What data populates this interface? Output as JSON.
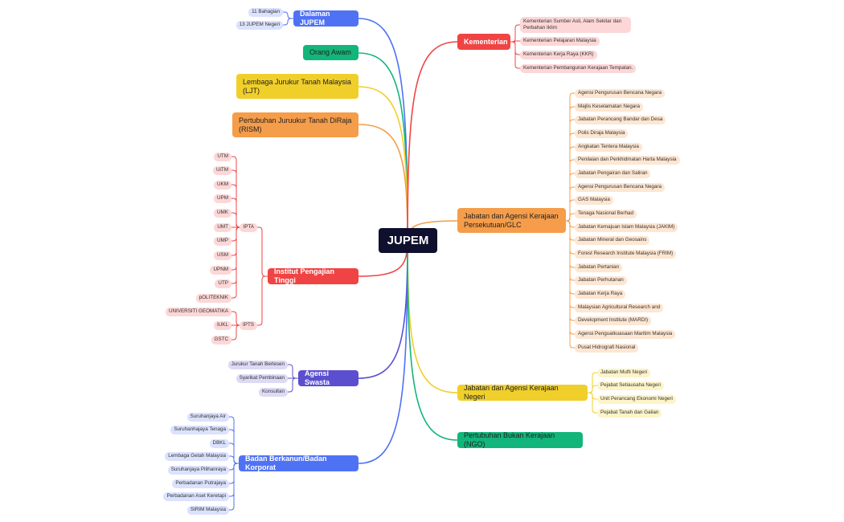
{
  "center": {
    "label": "JUPEM"
  },
  "colors": {
    "red": "#f04444",
    "green": "#12b57a",
    "yellow": "#f1cf2a",
    "orange": "#f59d4a",
    "blue": "#4f72f5",
    "indigo": "#5b4fcf",
    "navy": "#0f0f2e",
    "red_light": "#fdd7d7",
    "orange_light": "#fde6d2",
    "yellow_light": "#fdf4c8",
    "blue_light": "#dbe2fd",
    "indigo_light": "#dddaf6"
  },
  "branches": {
    "dalaman": {
      "label": "Dalaman JUPEM",
      "children": [
        "11 Bahagian",
        "13 JUPEM Negeri"
      ]
    },
    "orang_awam": {
      "label": "Orang Awam"
    },
    "ljt": {
      "label": "Lembaga Jurukur Tanah Malaysia (LJT)"
    },
    "rism": {
      "label": "Pertubuhan Juruukur Tanah DiRaja (RISM)"
    },
    "ipt": {
      "label": "Institut Pengajian Tinggi",
      "ipta": {
        "label": "IPTA",
        "children": [
          "UTM",
          "UiTM",
          "UKM",
          "UPM",
          "UMK",
          "UMT",
          "UMP",
          "USM",
          "UPNM",
          "UTP",
          "pOLITEKNIK"
        ]
      },
      "ipts": {
        "label": "IPTS",
        "children": [
          "UNIVERSITI GEOMATIKA",
          "IUKL",
          "GSTC"
        ]
      }
    },
    "swasta": {
      "label": "Agensi Swasta",
      "children": [
        "Jurukur Tanah Berlesen",
        "Syarikat Pembinaan",
        "Konsultan"
      ]
    },
    "berkanun": {
      "label": "Badan Berkanun/Badan Korporat",
      "children": [
        "Suruhanjaya Air",
        "Suruhanhajaya Tenaga",
        "DBKL",
        "Lembaga Getah Malaysia",
        "Suruhanjaya Pilihanraya",
        "Perbadanan Putrajaya",
        "Perbadanan Aset Keretapi",
        "SIRIM Malaysia"
      ]
    },
    "kementerian": {
      "label": "Kementerian",
      "children": [
        "Kementerian Sumber Asli, Alam Sekitar dan Perbahan Iklim",
        "Kementerian Pelajaran Malaysia",
        "Kementerian Kerja Raya (KKR)",
        "Kementerian Pembangunan Kerajaan Tempatan."
      ]
    },
    "persekutuan": {
      "label": "Jabatan dan Agensi Kerajaan Persekutuan/GLC",
      "children": [
        "Agensi Pengurusan Bencana Negara",
        "Majlis Keselamatan Negara",
        "Jabatan Perancang Bandar dan Desa",
        "Polis Diraja Malaysia",
        "Angkatan Tentera Malaysia",
        "Penilaian dan Perkhidmatan Harta Malaysia",
        "Jabatan Pengairan dan Saliran",
        "Agensi Pengurusan Bencana Negara",
        "GAS Malaysia",
        "Tenaga Nasional Berhad",
        "Jabatan Kemajuan Islam Malaysia (JAKIM)",
        "Jabatan Mineral dan Geosains",
        "Forest Research Institute Malaysia (FRIM)",
        "Jabatan Pertanian",
        "Jabatan Perhutanan",
        "Jabatan Kerja Raya",
        "Malaysian Agricultural Research and",
        "Development Institute (MARDI)",
        "Agensi Penguatkuasaan Maritim Malaysia",
        "Pusat Hidrografi Nasional"
      ]
    },
    "negeri": {
      "label": "Jabatan dan Agensi Kerajaan Negeri",
      "children": [
        "Jabatan Mufti Negeri",
        "Pejabat Setiausaha Negeri",
        "Unit Perancang Ekonomi Negeri",
        "Pejabat Tanah dan Galian"
      ]
    },
    "ngo": {
      "label": "Pertubuhan Bukan Kerajaan (NGO)"
    }
  }
}
